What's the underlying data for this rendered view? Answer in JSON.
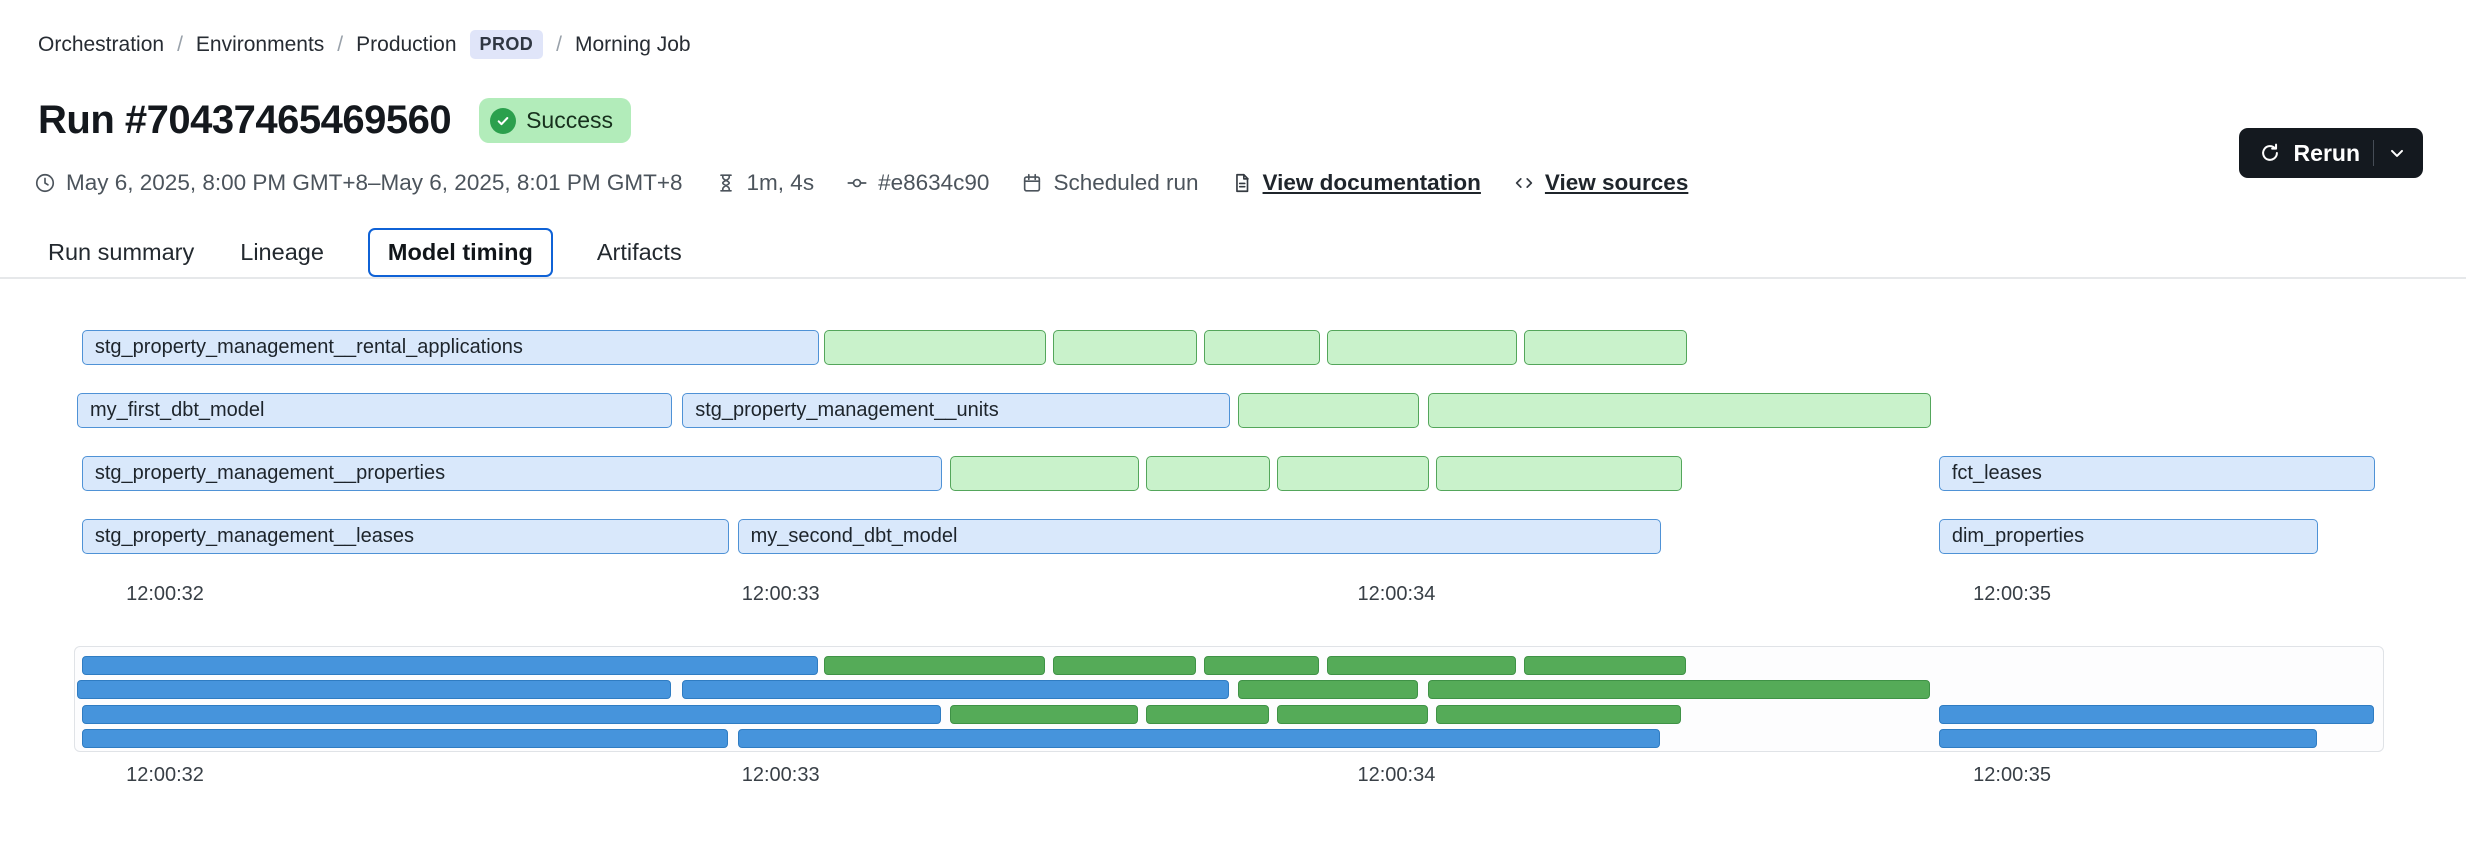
{
  "breadcrumb": {
    "sep": "/",
    "orchestration": "Orchestration",
    "environments": "Environments",
    "production": "Production",
    "env_badge": "PROD",
    "job": "Morning Job"
  },
  "header": {
    "title": "Run #70437465469560",
    "status": "Success"
  },
  "meta": {
    "date_range": "May 6, 2025, 8:00 PM GMT+8–May 6, 2025, 8:01 PM GMT+8",
    "duration": "1m, 4s",
    "commit": "#e8634c90",
    "trigger": "Scheduled run",
    "docs_link": "View documentation",
    "sources_link": "View sources"
  },
  "rerun": {
    "label": "Rerun"
  },
  "tabs": {
    "run_summary": "Run summary",
    "lineage": "Lineage",
    "model_timing": "Model timing",
    "artifacts": "Artifacts"
  },
  "theme": {
    "accent_blue": "#0f62d6",
    "rerun_bg": "#14191f",
    "success_bg": "#b2ecba",
    "success_check": "#2ba04d",
    "prod_badge_bg": "#e0e5f9",
    "bar_blue_fill": "#d9e8fb",
    "bar_blue_border": "#4f92d6",
    "bar_green_fill": "#c9f2cb",
    "bar_green_border": "#54a65b",
    "mini_blue": "#4694dc",
    "mini_green": "#55ab58"
  },
  "chart_data": {
    "type": "gantt",
    "title": "Model timing",
    "x_axis": {
      "origin": 32,
      "unit": "seconds within 12:00",
      "range": [
        31.85,
        35.6
      ]
    },
    "ticks": [
      {
        "label": "12:00:32",
        "t": 32
      },
      {
        "label": "12:00:33",
        "t": 33
      },
      {
        "label": "12:00:34",
        "t": 34
      },
      {
        "label": "12:00:35",
        "t": 35
      }
    ],
    "rows": [
      [
        {
          "label": "stg_property_management__rental_applications",
          "start": 31.865,
          "end": 33.068,
          "color": "blue"
        },
        {
          "start": 33.07,
          "end": 33.438,
          "color": "green"
        },
        {
          "start": 33.443,
          "end": 33.683,
          "color": "green"
        },
        {
          "start": 33.688,
          "end": 33.883,
          "color": "green"
        },
        {
          "start": 33.888,
          "end": 34.202,
          "color": "green"
        },
        {
          "start": 34.207,
          "end": 34.478,
          "color": "green"
        }
      ],
      [
        {
          "label": "my_first_dbt_model",
          "start": 31.857,
          "end": 32.83,
          "color": "blue"
        },
        {
          "label": "stg_property_management__units",
          "start": 32.84,
          "end": 33.737,
          "color": "blue"
        },
        {
          "start": 33.742,
          "end": 34.044,
          "color": "green"
        },
        {
          "start": 34.051,
          "end": 34.874,
          "color": "green"
        }
      ],
      [
        {
          "label": "stg_property_management__properties",
          "start": 31.865,
          "end": 33.269,
          "color": "blue"
        },
        {
          "start": 33.275,
          "end": 33.589,
          "color": "green"
        },
        {
          "start": 33.594,
          "end": 33.801,
          "color": "green"
        },
        {
          "start": 33.806,
          "end": 34.059,
          "color": "green"
        },
        {
          "start": 34.064,
          "end": 34.47,
          "color": "green"
        },
        {
          "label": "fct_leases",
          "start": 34.881,
          "end": 35.596,
          "color": "blue"
        }
      ],
      [
        {
          "label": "stg_property_management__leases",
          "start": 31.865,
          "end": 32.922,
          "color": "blue"
        },
        {
          "label": "my_second_dbt_model",
          "start": 32.93,
          "end": 34.437,
          "color": "blue"
        },
        {
          "label": "dim_properties",
          "start": 34.881,
          "end": 35.504,
          "color": "blue"
        }
      ]
    ]
  }
}
